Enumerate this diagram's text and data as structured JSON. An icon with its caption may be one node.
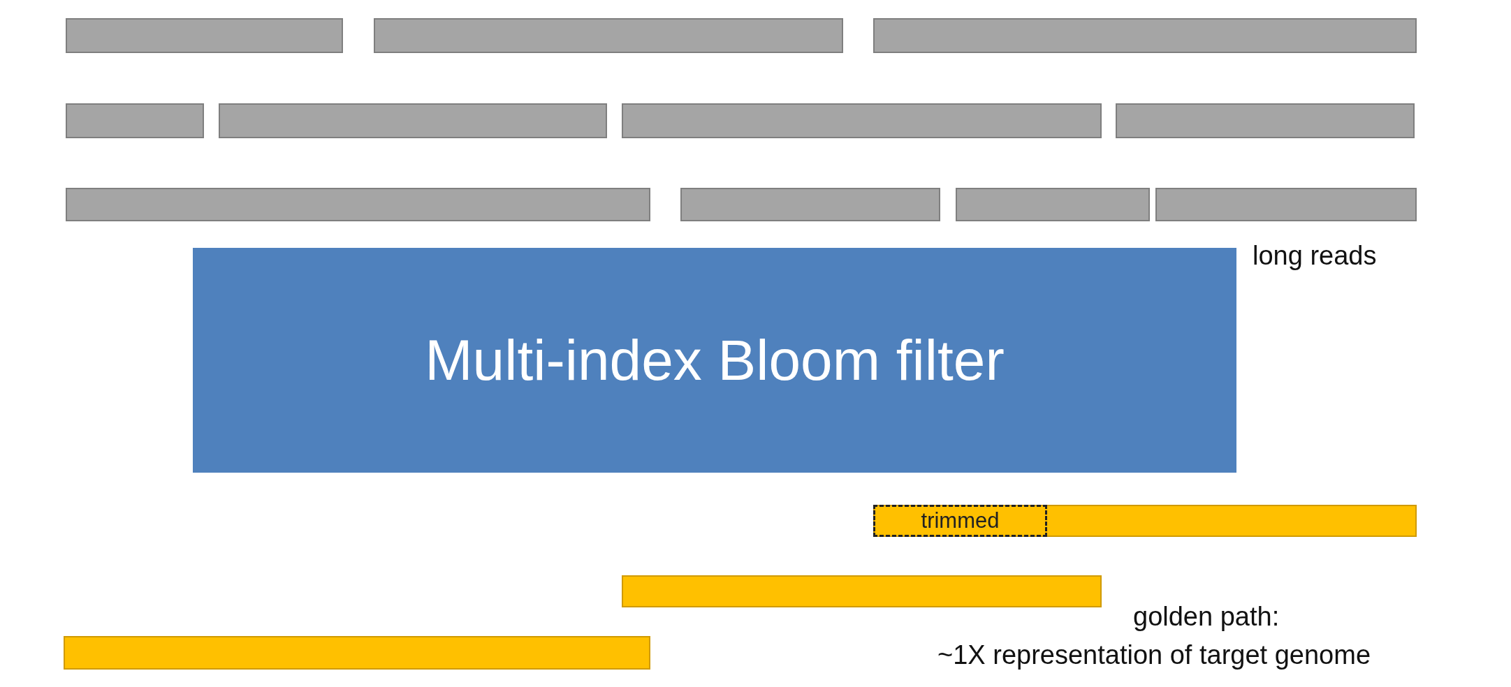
{
  "diagram": {
    "nodes": [
      {
        "text": [],
        "shape": "bar"
      },
      {
        "text": [],
        "shape": "bar"
      },
      {
        "text": [],
        "shape": "bar"
      },
      {
        "text": [],
        "shape": "bar"
      },
      {
        "text": [],
        "shape": "bar"
      },
      {
        "text": [],
        "shape": "bar"
      },
      {
        "text": [],
        "shape": "bar"
      },
      {
        "text": [],
        "shape": "bar"
      },
      {
        "text": [],
        "shape": "bar"
      },
      {
        "text": [],
        "shape": "bar"
      },
      {
        "text": [],
        "shape": "bar"
      },
      {
        "text": [
          "Multi-index Bloom filter"
        ]
      },
      {
        "text": [],
        "shape": "bar"
      },
      {
        "text": [
          "trimmed"
        ],
        "in": 12
      },
      {
        "text": [],
        "shape": "bar"
      },
      {
        "text": [],
        "shape": "bar"
      }
    ],
    "edges": [],
    "labels": [
      "long reads",
      "golden path:",
      "~1X representation of target genome"
    ]
  }
}
